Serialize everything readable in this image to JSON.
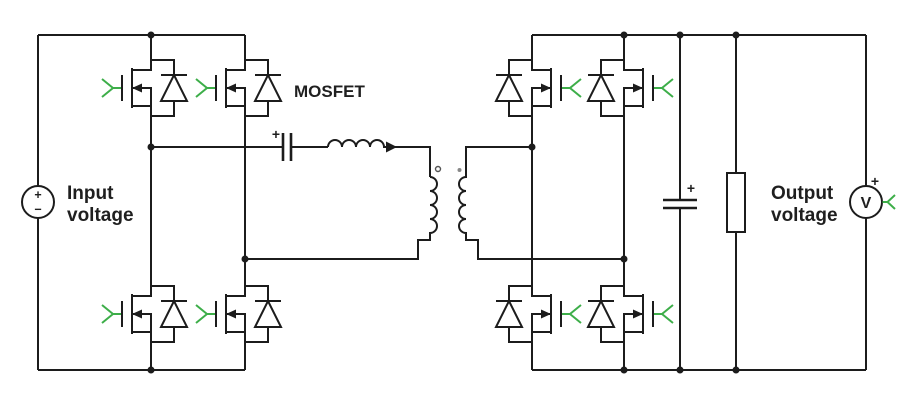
{
  "diagram": {
    "type_label": "MOSFET",
    "input_source": {
      "line1": "Input",
      "line2": "voltage",
      "plus": "+",
      "minus": "−"
    },
    "output_meter": {
      "line1": "Output",
      "line2": "voltage",
      "symbol": "V",
      "plus": "+"
    },
    "dc_blocking_capacitor": {
      "plus": "+"
    },
    "output_capacitor": {
      "plus": "+"
    },
    "colors": {
      "wire": "#1c1c1c",
      "port_green": "#3dae49",
      "background": "#ffffff",
      "text": "#1f1f1f"
    }
  }
}
